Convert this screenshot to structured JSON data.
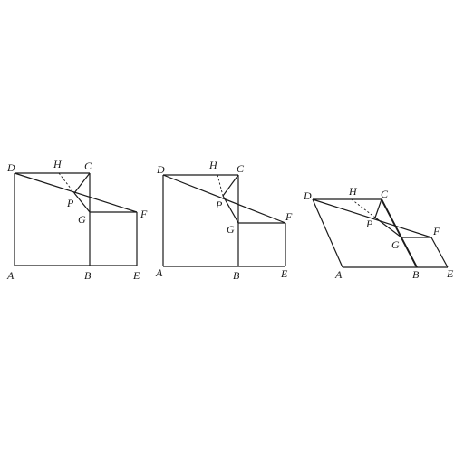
{
  "figures": [
    {
      "name": "figure-1",
      "labels": {
        "A": "A",
        "B": "B",
        "C": "C",
        "D": "D",
        "E": "E",
        "F": "F",
        "G": "G",
        "H": "H",
        "P": "P"
      }
    },
    {
      "name": "figure-2",
      "labels": {
        "A": "A",
        "B": "B",
        "C": "C",
        "D": "D",
        "E": "E",
        "F": "F",
        "G": "G",
        "H": "H",
        "P": "P"
      }
    },
    {
      "name": "figure-3",
      "labels": {
        "A": "A",
        "B": "B",
        "C": "C",
        "D": "D",
        "E": "E",
        "F": "F",
        "G": "G",
        "H": "H",
        "P": "P"
      }
    }
  ]
}
